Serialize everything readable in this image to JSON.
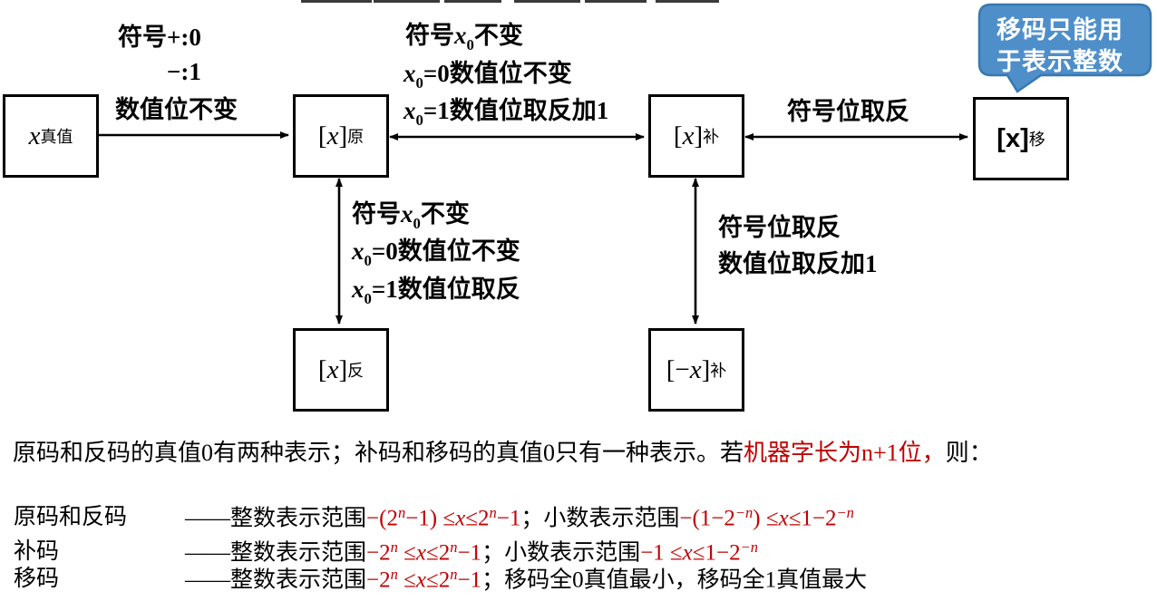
{
  "colors": {
    "red": "#c00000",
    "bubble_fill": "#4e8fca",
    "bubble_border": "#3878ae",
    "line": "#000000"
  },
  "bubble": {
    "line1": "移码只能用",
    "line2": "于表示整数"
  },
  "boxes": {
    "true_value": [
      {
        "t": "x",
        "i": true
      },
      {
        "t": "真值",
        "sub": true
      }
    ],
    "yuan": [
      {
        "t": "["
      },
      {
        "t": "x",
        "i": true
      },
      {
        "t": "]"
      },
      {
        "t": "原",
        "sub": true
      }
    ],
    "bu": [
      {
        "t": "["
      },
      {
        "t": "x",
        "i": true
      },
      {
        "t": "]"
      },
      {
        "t": "补",
        "sub": true
      }
    ],
    "yi": [
      {
        "t": "[x]",
        "sf": true
      },
      {
        "t": "移",
        "sub": true
      }
    ],
    "fan": [
      {
        "t": "["
      },
      {
        "t": "x",
        "i": true
      },
      {
        "t": "]"
      },
      {
        "t": "反",
        "sub": true
      }
    ],
    "neg_bu": [
      {
        "t": "[−"
      },
      {
        "t": "x",
        "i": true
      },
      {
        "t": "]"
      },
      {
        "t": "补",
        "sub": true
      }
    ]
  },
  "edge_labels": {
    "true_to_yuan": {
      "l1": "符号+:0",
      "l2": "−:1",
      "l3": "数值位不变"
    },
    "yuan_bu": {
      "l1": [
        {
          "t": "符号"
        },
        {
          "t": "x",
          "i": true
        },
        {
          "t": "0",
          "sub": true
        },
        {
          "t": "不变"
        }
      ],
      "l2": [
        {
          "t": "x",
          "i": true
        },
        {
          "t": "0",
          "sub": true
        },
        {
          "t": "=0数值位不变"
        }
      ],
      "l3": [
        {
          "t": "x",
          "i": true
        },
        {
          "t": "0",
          "sub": true
        },
        {
          "t": "=1数值位取反加1"
        }
      ]
    },
    "bu_yi": {
      "l1": "符号位取反"
    },
    "yuan_fan": {
      "l1": [
        {
          "t": "符号"
        },
        {
          "t": "x",
          "i": true
        },
        {
          "t": "0",
          "sub": true
        },
        {
          "t": "不变"
        }
      ],
      "l2": [
        {
          "t": "x",
          "i": true
        },
        {
          "t": "0",
          "sub": true
        },
        {
          "t": "=0数值位不变"
        }
      ],
      "l3": [
        {
          "t": "x",
          "i": true
        },
        {
          "t": "0",
          "sub": true
        },
        {
          "t": "=1数值位取反"
        }
      ]
    },
    "bu_negbu": {
      "l1": "符号位取反",
      "l2": "数值位取反加1"
    }
  },
  "notes": {
    "line1": [
      {
        "t": "原码和反码的真值0有两种表示；补码和移码的真值0只有一种表示。若"
      },
      {
        "t": "机器字长为n+1位，",
        "red": true
      },
      {
        "t": "则："
      }
    ],
    "rows": [
      {
        "label": "原码和反码",
        "segments": [
          {
            "t": "——整数表示范围"
          },
          {
            "t": "−(2",
            "red": true
          },
          {
            "t": "n",
            "red": true,
            "sup": true,
            "i": true
          },
          {
            "t": "−1) ",
            "red": true
          },
          {
            "t": "≤",
            "red": true
          },
          {
            "t": "x",
            "red": true,
            "i": true
          },
          {
            "t": "≤",
            "red": true
          },
          {
            "t": "2",
            "red": true
          },
          {
            "t": "n",
            "red": true,
            "sup": true,
            "i": true
          },
          {
            "t": "−1",
            "red": true
          },
          {
            "t": "；小数表示范围"
          },
          {
            "t": "−(1−2",
            "red": true
          },
          {
            "t": "−n",
            "red": true,
            "sup": true,
            "i": true
          },
          {
            "t": ") ",
            "red": true
          },
          {
            "t": "≤",
            "red": true
          },
          {
            "t": "x",
            "red": true,
            "i": true
          },
          {
            "t": "≤",
            "red": true
          },
          {
            "t": "1−2",
            "red": true
          },
          {
            "t": "−n",
            "red": true,
            "sup": true,
            "i": true
          }
        ]
      },
      {
        "label": "补码",
        "segments": [
          {
            "t": "——整数表示范围"
          },
          {
            "t": "−2",
            "red": true
          },
          {
            "t": "n",
            "red": true,
            "sup": true,
            "i": true
          },
          {
            "t": " ≤",
            "red": true
          },
          {
            "t": "x",
            "red": true,
            "i": true
          },
          {
            "t": "≤",
            "red": true
          },
          {
            "t": "2",
            "red": true
          },
          {
            "t": "n",
            "red": true,
            "sup": true,
            "i": true
          },
          {
            "t": "−1",
            "red": true
          },
          {
            "t": "；小数表示范围"
          },
          {
            "t": "−1 ≤",
            "red": true
          },
          {
            "t": "x",
            "red": true,
            "i": true
          },
          {
            "t": "≤",
            "red": true
          },
          {
            "t": "1−2",
            "red": true
          },
          {
            "t": "−n",
            "red": true,
            "sup": true,
            "i": true
          }
        ]
      },
      {
        "label": "移码",
        "segments": [
          {
            "t": "——整数表示范围"
          },
          {
            "t": "−2",
            "red": true
          },
          {
            "t": "n",
            "red": true,
            "sup": true,
            "i": true
          },
          {
            "t": " ≤",
            "red": true
          },
          {
            "t": "x",
            "red": true,
            "i": true
          },
          {
            "t": "≤",
            "red": true
          },
          {
            "t": "2",
            "red": true
          },
          {
            "t": "n",
            "red": true,
            "sup": true,
            "i": true
          },
          {
            "t": "−1",
            "red": true
          },
          {
            "t": "；移码全0真值最小，移码全1真值最大"
          }
        ]
      }
    ]
  }
}
